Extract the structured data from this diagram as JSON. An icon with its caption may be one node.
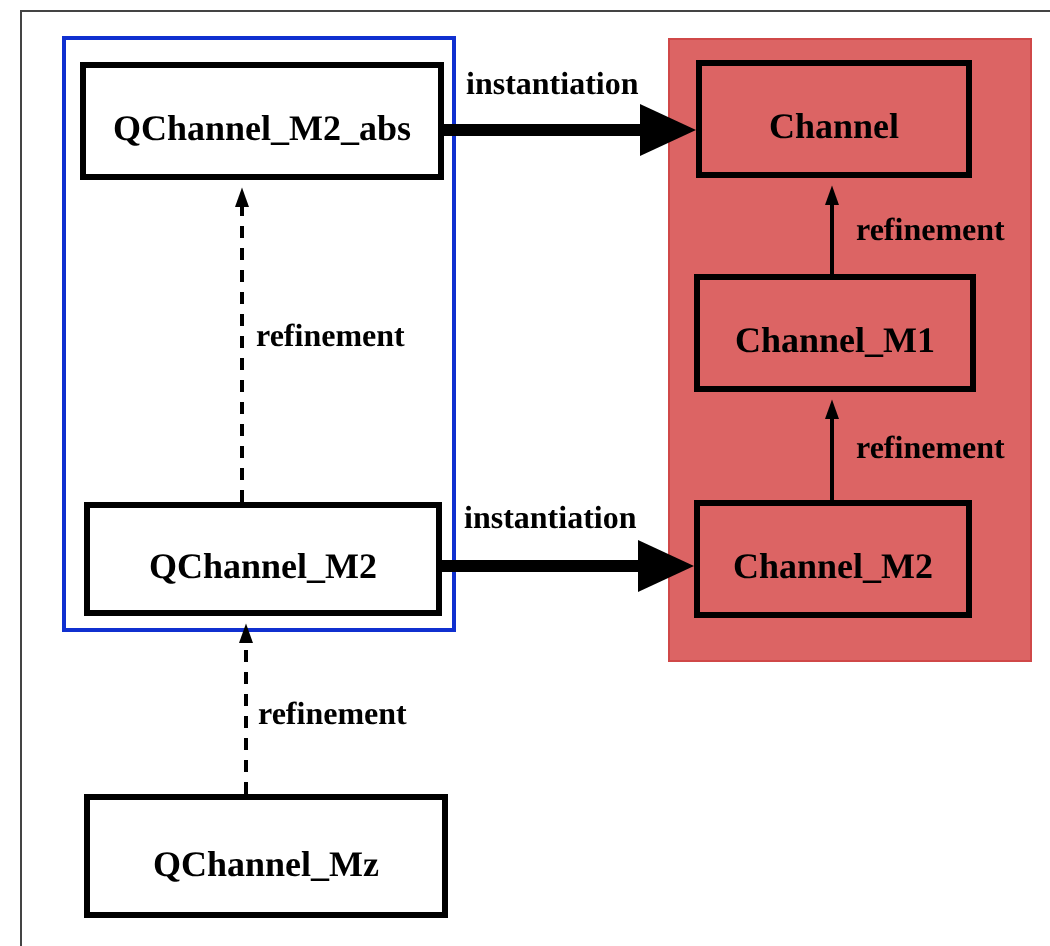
{
  "diagram": {
    "nodes": [
      {
        "text": [],
        "shape": "box"
      },
      {
        "text": [
          "QChannel_M2_abs"
        ],
        "in": 0
      },
      {
        "text": [
          "QChannel_M2"
        ],
        "in": 0
      },
      {
        "text": [],
        "shape": "box"
      },
      {
        "text": [
          "Channel"
        ],
        "in": 3
      },
      {
        "text": [
          "Channel_M1"
        ],
        "in": 3
      },
      {
        "text": [
          "Channel_M2"
        ],
        "in": 3
      },
      {
        "text": [
          "QChannel_Mz"
        ]
      }
    ],
    "edges": [
      {
        "from": 1,
        "to": 4,
        "arrow": "to",
        "label": "instantiation",
        "style": "thick"
      },
      {
        "from": 2,
        "to": 1,
        "arrow": "to",
        "label": "refinement",
        "style": "dashed"
      },
      {
        "from": 5,
        "to": 4,
        "arrow": "to",
        "label": "refinement"
      },
      {
        "from": 6,
        "to": 5,
        "arrow": "to",
        "label": "refinement"
      },
      {
        "from": 2,
        "to": 6,
        "arrow": "to",
        "label": "instantiation",
        "style": "thick"
      },
      {
        "from": 7,
        "to": 2,
        "arrow": "to",
        "label": "refinement",
        "style": "dashed"
      }
    ]
  }
}
